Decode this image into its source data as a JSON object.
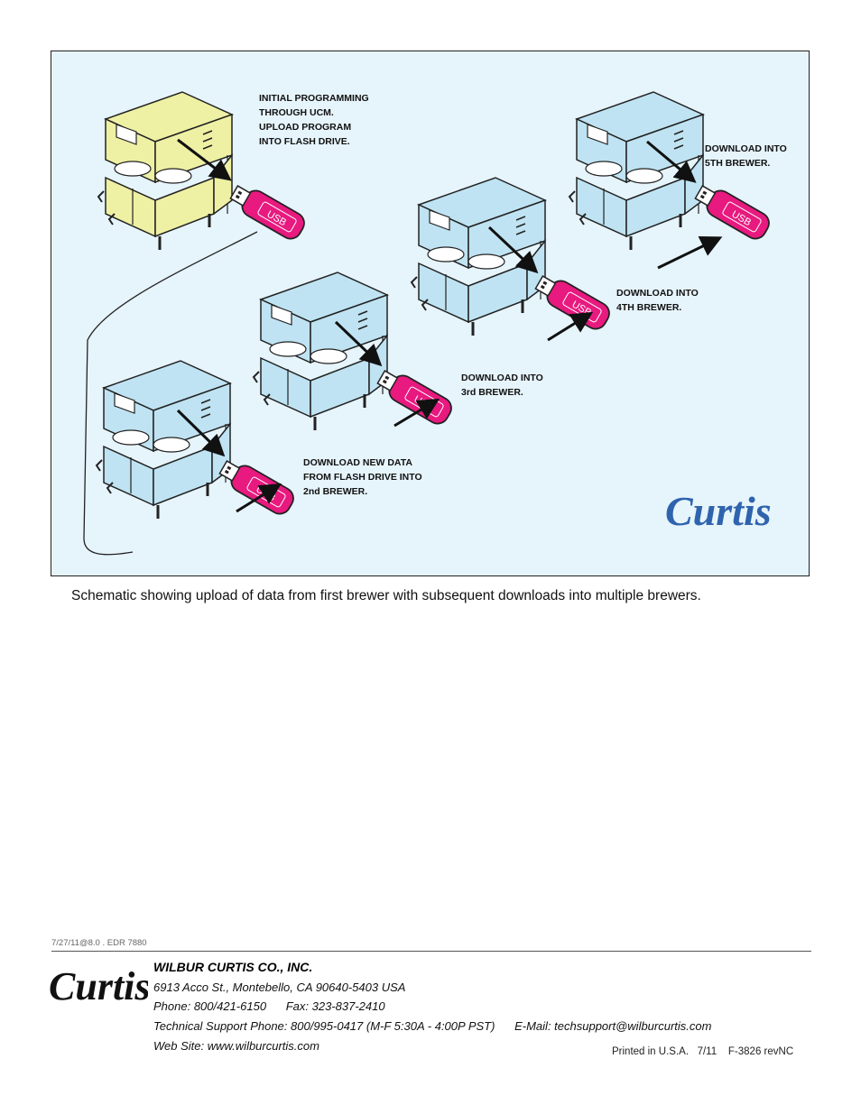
{
  "schematic": {
    "steps": [
      {
        "label": "INITIAL PROGRAMMING\nTHROUGH UCM.\nUPLOAD PROGRAM\nINTO FLASH DRIVE."
      },
      {
        "label": "DOWNLOAD NEW DATA\nFROM FLASH DRIVE INTO\n2nd BREWER."
      },
      {
        "label": "DOWNLOAD INTO\n3rd BREWER."
      },
      {
        "label": "DOWNLOAD INTO\n4TH BREWER."
      },
      {
        "label": "DOWNLOAD INTO\n5TH BREWER."
      }
    ],
    "usb_label": "USB",
    "logo_text": "Curtis",
    "colors": {
      "first_brewer": "#eef0a4",
      "brewer": "#bfe3f2",
      "usb": "#e8197f",
      "arrow": "#111111",
      "logo": "#2e63ae"
    }
  },
  "caption": "Schematic showing upload of data from first brewer with subsequent downloads into multiple brewers.",
  "footer": {
    "edr": "7/27/11@8.0 . EDR 7880",
    "company": "WILBUR CURTIS CO., INC.",
    "address": "6913 Acco St., Montebello, CA 90640-5403 USA",
    "phone": "Phone: 800/421-6150      Fax: 323-837-2410",
    "support": "Technical Support Phone: 800/995-0417 (M-F 5:30A - 4:00P PST)      E-Mail: techsupport@wilburcurtis.com",
    "website": "Web Site: www.wilburcurtis.com",
    "printed": "Printed in U.S.A.   7/11    F-3826 revNC",
    "logo_text": "Curtis"
  }
}
